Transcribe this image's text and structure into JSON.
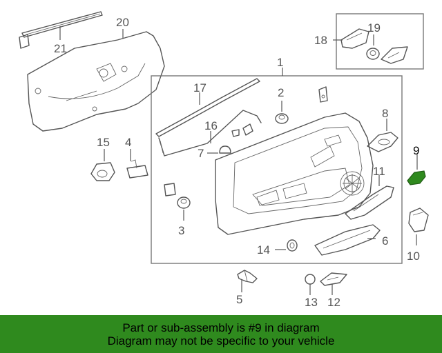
{
  "callouts": {
    "n1": "1",
    "n2": "2",
    "n3": "3",
    "n4": "4",
    "n5": "5",
    "n6": "6",
    "n7": "7",
    "n8": "8",
    "n9": "9",
    "n10": "10",
    "n11": "11",
    "n12": "12",
    "n13": "13",
    "n14": "14",
    "n15": "15",
    "n16": "16",
    "n17": "17",
    "n18": "18",
    "n19": "19",
    "n20": "20",
    "n21": "21"
  },
  "highlight": {
    "part": "9",
    "color": "#2f8a1e"
  },
  "banner": {
    "line1": "Part or sub-assembly is #9 in diagram",
    "line2": "Diagram may not be specific to your vehicle",
    "background": "#2f8a1e"
  }
}
